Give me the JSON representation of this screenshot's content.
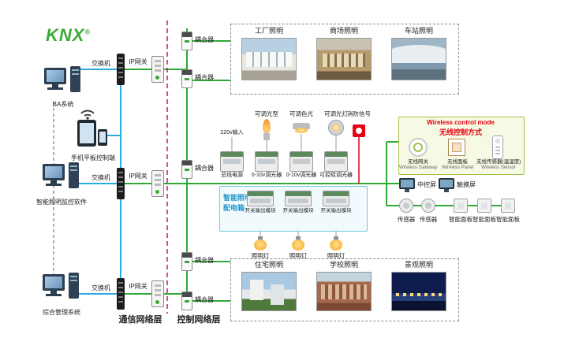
{
  "logo": {
    "text": "KNX",
    "reg": "®"
  },
  "left_devices": {
    "ba": "BA系统",
    "mobile": "手机平板控制端",
    "software": "智能照明监控软件",
    "management": "综合管理系统"
  },
  "network": {
    "switch": "交换机",
    "ip_gateway": "IP网关",
    "coupler": "耦合器",
    "comm_layer": "通信网络层",
    "control_layer": "控制网络层"
  },
  "top_gallery": {
    "photos": [
      {
        "label": "工厂照明"
      },
      {
        "label": "商场照明"
      },
      {
        "label": "车站照明"
      }
    ]
  },
  "bottom_gallery": {
    "photos": [
      {
        "label": "住宅照明"
      },
      {
        "label": "学校照明"
      },
      {
        "label": "景观照明"
      }
    ]
  },
  "lighting": {
    "power_input": "220v输入",
    "loads": [
      {
        "label": "可调光型"
      },
      {
        "label": "可调色光"
      },
      {
        "label": "可调光灯"
      },
      {
        "label": "消防信号"
      }
    ],
    "modules": [
      {
        "label": "总线电源"
      },
      {
        "label": "0-10v调光器"
      },
      {
        "label": "0-10v调光器"
      },
      {
        "label": "可控硅调光器"
      }
    ],
    "box_title_line1": "智能照明",
    "box_title_line2": "配电箱",
    "inner_modules": [
      {
        "label": "开关输出模块"
      },
      {
        "label": "开关输出模块"
      },
      {
        "label": "开关输出模块"
      }
    ],
    "lamps": [
      {
        "label": "照明灯"
      },
      {
        "label": "照明灯"
      },
      {
        "label": "照明灯"
      }
    ]
  },
  "wireless": {
    "title_en": "Wireless control mode",
    "title_cn": "无线控制方式",
    "devices": [
      {
        "cn": "无线网关",
        "en": "Wireless Gateway"
      },
      {
        "cn": "无线面板",
        "en": "Wireless Panel"
      },
      {
        "cn": "无线传感器(温湿度)",
        "en": "Wireless Sensor"
      }
    ]
  },
  "right_devices": {
    "screens": [
      {
        "label": "中控屏"
      },
      {
        "label": "触摸屏"
      }
    ],
    "sensors": [
      {
        "label": "传感器"
      },
      {
        "label": "传感器"
      }
    ],
    "panels": [
      {
        "label": "智能面板"
      },
      {
        "label": "智能面板"
      },
      {
        "label": "智能面板"
      }
    ]
  },
  "colors": {
    "knx_green": "#3aaa35",
    "bus_green": "#2daa35",
    "lan_blue": "#29abe2",
    "layer_magenta": "#e6007e",
    "alarm_red": "#e60012",
    "box_blue": "#2196c9"
  }
}
